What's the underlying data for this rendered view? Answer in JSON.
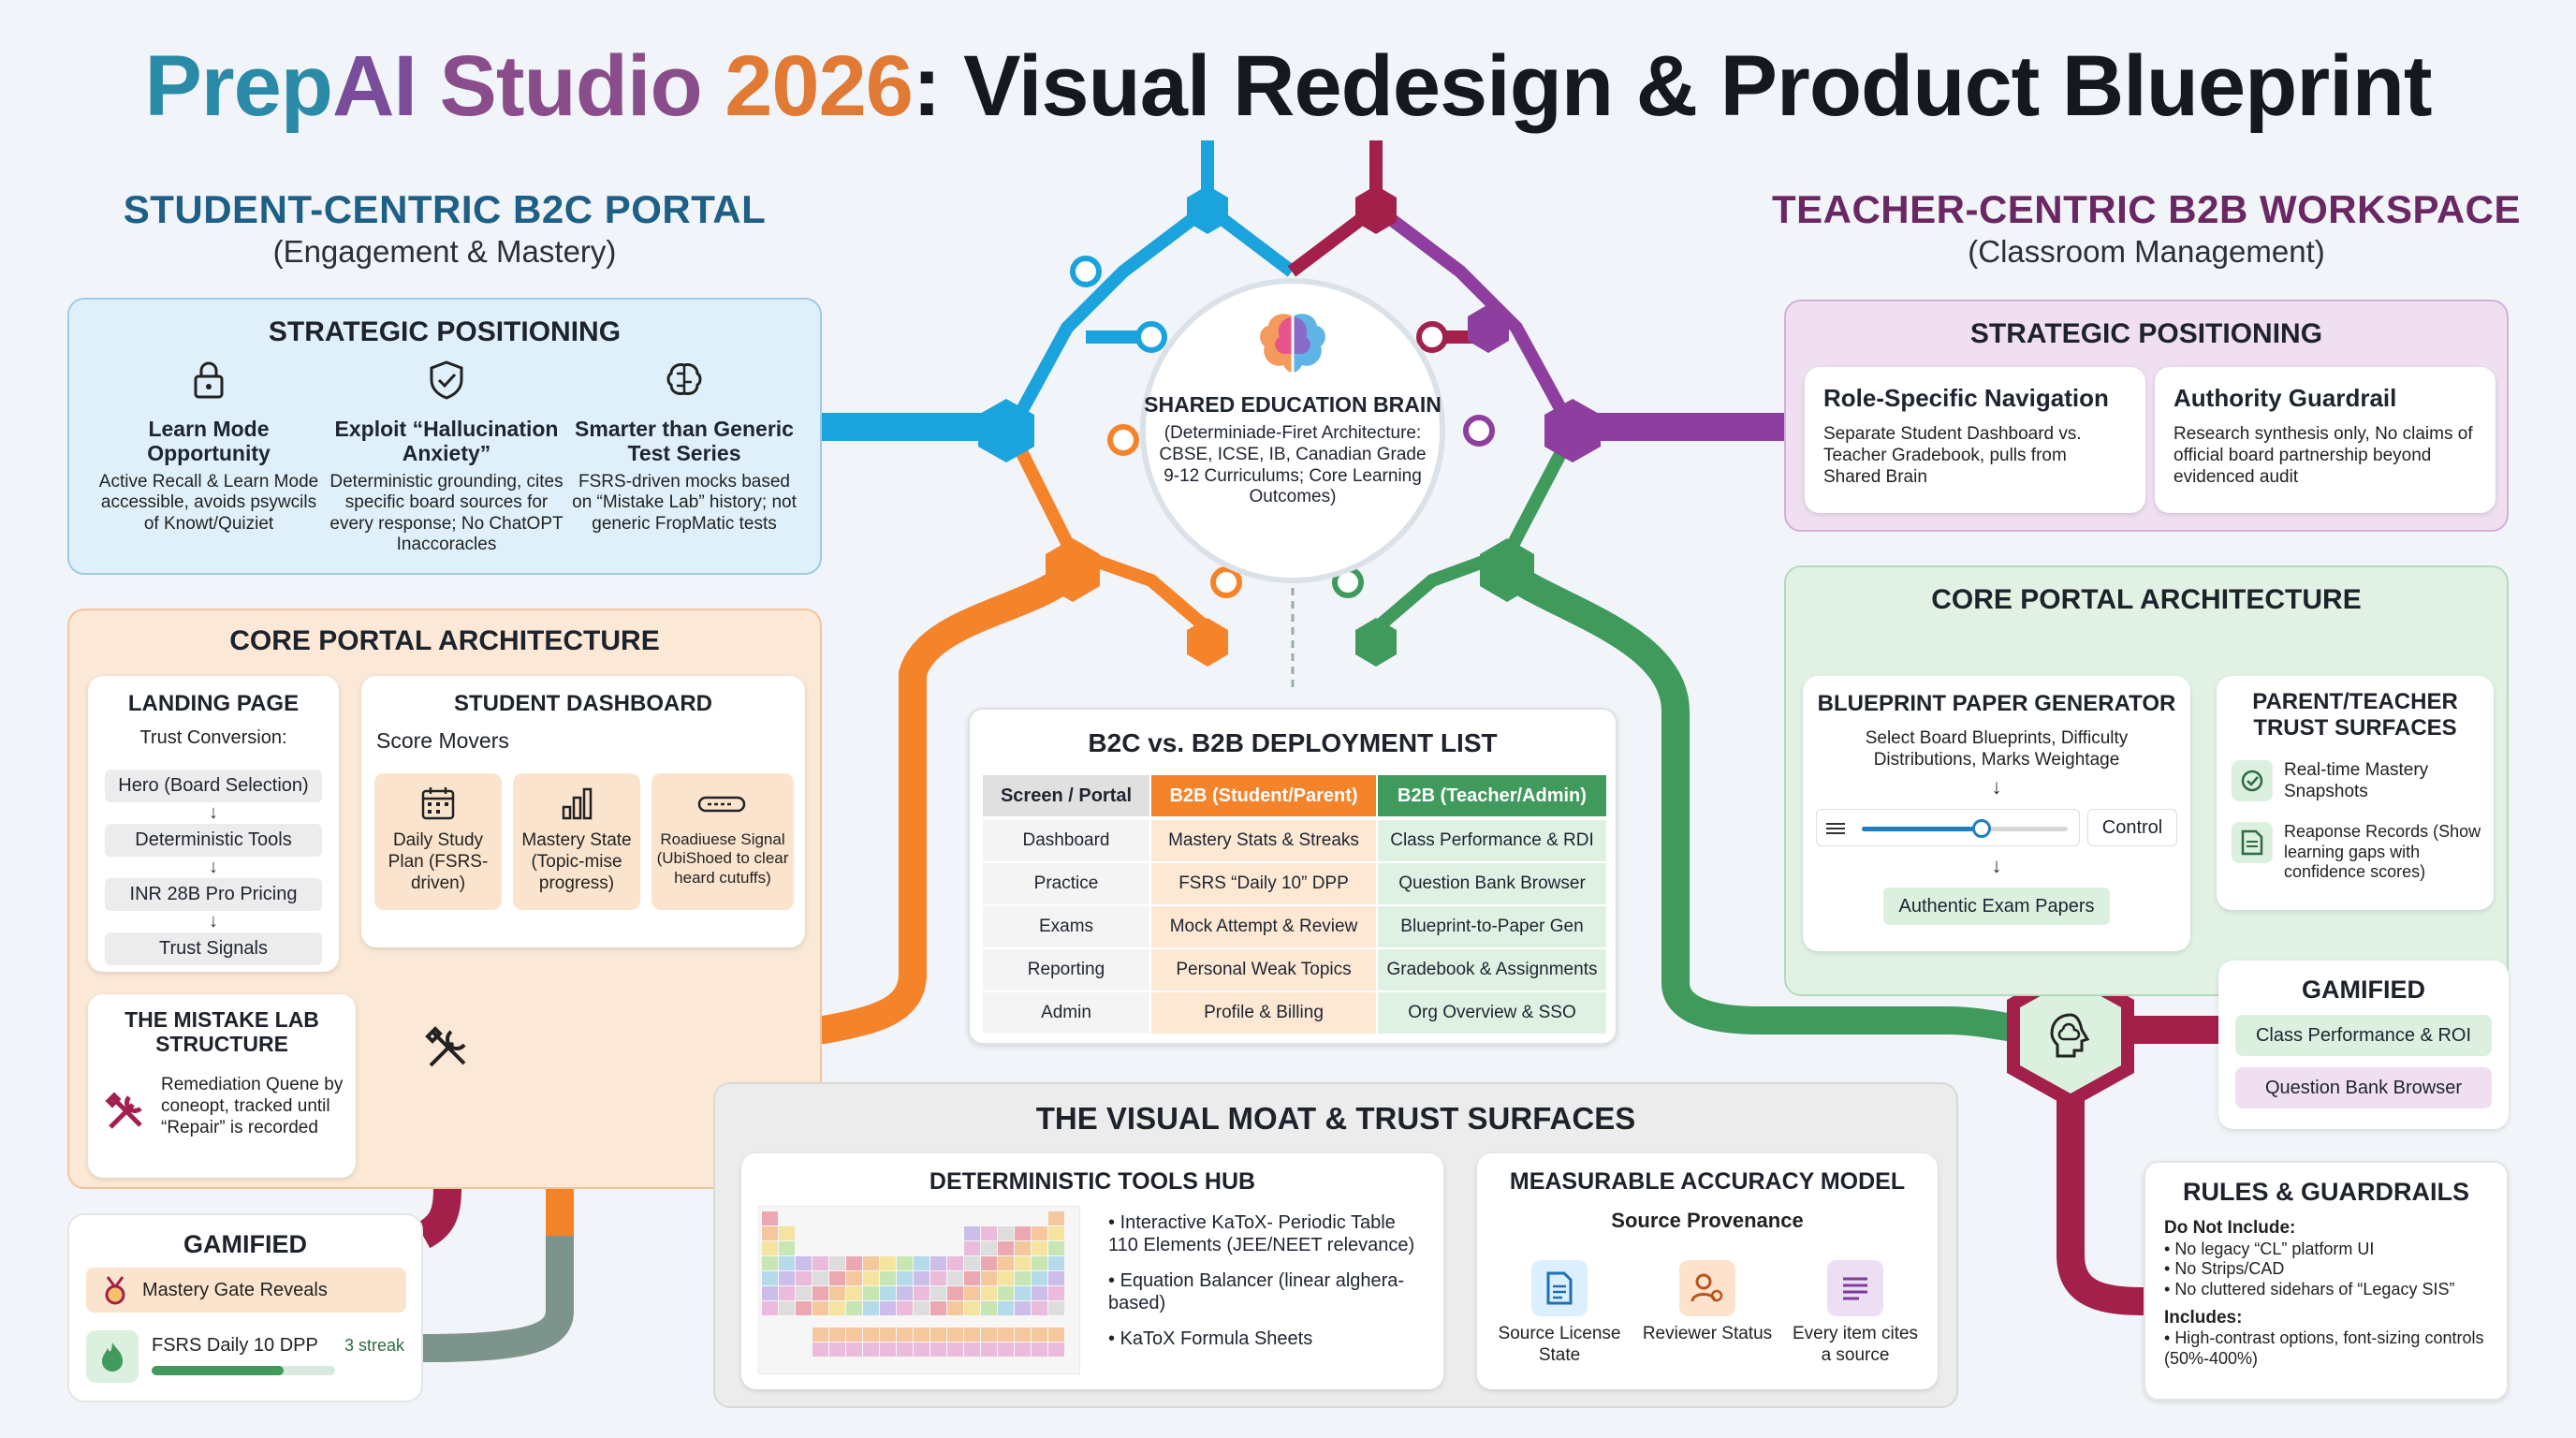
{
  "title": {
    "part1": "PrepAI Studio 2026",
    "part2": ": Visual Redesign & Product Blueprint"
  },
  "b2c": {
    "heading": "STUDENT-CENTRIC B2C PORTAL",
    "subheading": "(Engagement & Mastery)",
    "strategic": {
      "title": "STRATEGIC POSITIONING",
      "items": [
        {
          "icon": "lock-icon",
          "head": "Learn Mode Opportunity",
          "desc": "Active Recall & Learn Mode accessible, avoids psywcils of Knowt/Quiziet"
        },
        {
          "icon": "shield-check-icon",
          "head": "Exploit “Hallucination Anxiety”",
          "desc": "Deterministic grounding, cites specific board sources for every response; No ChatOPT Inaccoracles"
        },
        {
          "icon": "brain-icon",
          "head": "Smarter than Generic Test Series",
          "desc": "FSRS-driven mocks based on “Mistake Lab” history; not generic FropMatic tests"
        }
      ]
    },
    "core": {
      "title": "CORE PORTAL ARCHITECTURE",
      "landing": {
        "title": "LANDING PAGE",
        "subtitle": "Trust Conversion:",
        "steps": [
          "Hero (Board Selection)",
          "Deterministic Tools",
          "INR 28B Pro Pricing",
          "Trust Signals"
        ],
        "arrow": "↓"
      },
      "dashboard": {
        "title": "STUDENT DASHBOARD",
        "subtitle": "Score Movers",
        "tiles": [
          {
            "icon": "calendar-icon",
            "label": "Daily Study Plan (FSRS-driven)"
          },
          {
            "icon": "bar-chart-icon",
            "label": "Mastery State (Topic-mise progress)"
          },
          {
            "icon": "signal-icon",
            "label": "Roadiuese Signal (Ubi­Shoed to clear heard cutuffs)"
          }
        ]
      },
      "mistake_lab": {
        "title": "THE MISTAKE LAB STRUCTURE",
        "desc": "Remediation Quene by coneopt, tracked until “Repair” is recorded"
      }
    },
    "gamified": {
      "title": "GAMIFIED",
      "items": [
        {
          "icon": "medal-icon",
          "label": "Mastery Gate Reveals"
        },
        {
          "icon": "flame-icon",
          "label": "FSRS Daily 10 DPP",
          "badge": "3 streak",
          "progress": 0.72
        }
      ]
    }
  },
  "brain": {
    "title": "SHARED EDUCATION BRAIN",
    "desc": "(Determiniade-Firet Architecture: CBSE, ICSE, IB, Canadian Grade 9-12 Curriculums; Core Learning Outcomes)"
  },
  "deploy": {
    "title": "B2C vs. B2B DEPLOYMENT LIST",
    "headers": [
      "Screen / Portal",
      "B2B (Student/Parent)",
      "B2B (Teacher/Admin)"
    ],
    "rows": [
      [
        "Dashboard",
        "Mastery Stats & Streaks",
        "Class Performance & RDI"
      ],
      [
        "Practice",
        "FSRS “Daily 10” DPP",
        "Question Bank Browser"
      ],
      [
        "Exams",
        "Mock Attempt & Review",
        "Blueprint-to-Paper Gen"
      ],
      [
        "Reporting",
        "Personal Weak Topics",
        "Gradebook & Assignments"
      ],
      [
        "Admin",
        "Profile & Billing",
        "Org Overview & SSO"
      ]
    ]
  },
  "moat": {
    "title": "THE VISUAL MOAT & TRUST SURFACES",
    "tools": {
      "title": "DETERMINISTIC TOOLS HUB",
      "bullets": [
        "Interactive KaToX- Periodic Table 110 Elements (JEE/NEET relevance)",
        "Equation Balancer (linear alghera-based)",
        "KaToX Formula Sheets"
      ]
    },
    "accuracy": {
      "title": "MEASURABLE ACCURACY MODEL",
      "subtitle": "Source Provenance",
      "items": [
        {
          "icon": "document-icon",
          "label": "Source License State"
        },
        {
          "icon": "reviewer-icon",
          "label": "Reviewer Status"
        },
        {
          "icon": "list-icon",
          "label": "Every item cites a source"
        }
      ]
    }
  },
  "b2b": {
    "heading": "TEACHER-CENTRIC B2B WORKSPACE",
    "subheading": "(Classroom Management)",
    "strategic": {
      "title": "STRATEGIC POSITIONING",
      "cards": [
        {
          "head": "Role-Specific Navigation",
          "desc": "Separate Student Dashboard vs. Teacher Gradebook, pulls from Shared Brain"
        },
        {
          "head": "Authority Guardrail",
          "desc": "Research synthesis only, No claims of official board partnership beyond evidenced audit"
        }
      ]
    },
    "core": {
      "title": "CORE PORTAL ARCHITECTURE",
      "blueprint": {
        "title": "BLUEPRINT PAPER GENERATOR",
        "desc": "Select Board Blueprints, Difficulty Distributions, Marks Weightage",
        "control": "Control",
        "result": "Authentic Exam Papers",
        "slider": 0.58
      },
      "trust": {
        "title": "PARENT/TEACHER TRUST SURFACES",
        "items": [
          {
            "icon": "snapshot-icon",
            "label": "Real-time Mastery Snapshots"
          },
          {
            "icon": "records-icon",
            "label": "Reaponse Records (Show learning gaps with confidence scores)"
          }
        ]
      }
    },
    "gamified": {
      "title": "GAMIFIED",
      "items": [
        "Class Performance & ROI",
        "Question Bank Browser"
      ]
    },
    "rules": {
      "title": "RULES & GUARDRAILS",
      "exclude_title": "Do Not Include:",
      "exclude": [
        "No legacy “CL” platform UI",
        "No Strips/CAD",
        "No cluttered sidehars of “Legacy SIS”"
      ],
      "include_title": "Includes:",
      "include": [
        "High-contrast options, font-sizing controls (50%-400%)"
      ]
    }
  },
  "colors": {
    "blue": "#1aa3dc",
    "crimson": "#a3204a",
    "purple": "#8e3e9e",
    "orange": "#f5832a",
    "green": "#3f9a5c",
    "b2c_head": "#1d5f86",
    "b2b_head": "#6a2763"
  }
}
